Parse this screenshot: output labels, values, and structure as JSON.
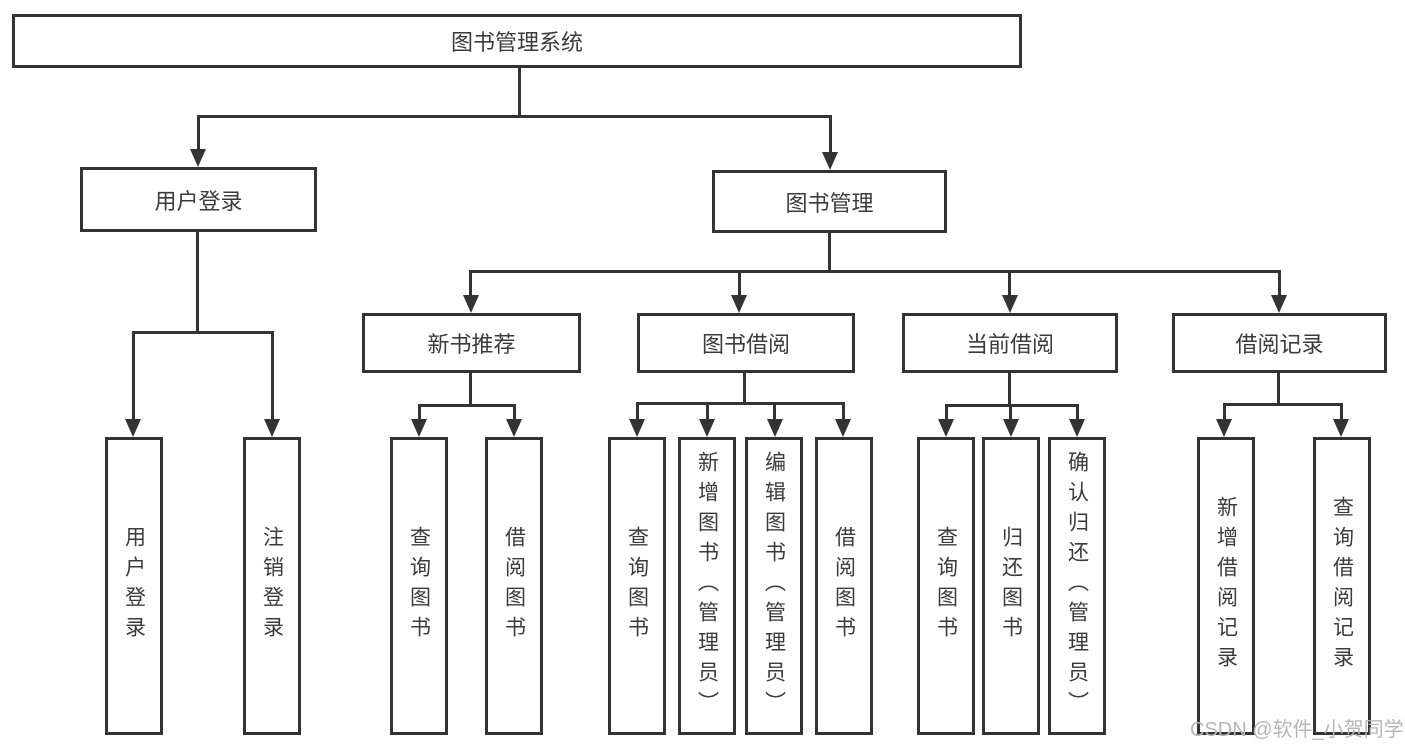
{
  "diagram": {
    "root": "图书管理系统",
    "level2": {
      "userLogin": "用户登录",
      "bookMgmt": "图书管理"
    },
    "level3": {
      "newBookRec": "新书推荐",
      "bookBorrow": "图书借阅",
      "currentBorrow": "当前借阅",
      "borrowRecords": "借阅记录"
    },
    "leaves": {
      "userLogin": [
        "用户登录",
        "注销登录"
      ],
      "newBookRec": [
        "查询图书",
        "借阅图书"
      ],
      "bookBorrow": [
        "查询图书",
        "新增图书（管理员）",
        "编辑图书（管理员）",
        "借阅图书"
      ],
      "currentBorrow": [
        "查询图书",
        "归还图书",
        "确认归还（管理员）"
      ],
      "borrowRecords": [
        "新增借阅记录",
        "查询借阅记录"
      ]
    }
  },
  "watermark": "CSDN @软件_小贺同学",
  "colors": {
    "line": "#333333",
    "text": "#3b3b3b",
    "background": "#ffffff",
    "watermark": "#b6b6b6"
  }
}
